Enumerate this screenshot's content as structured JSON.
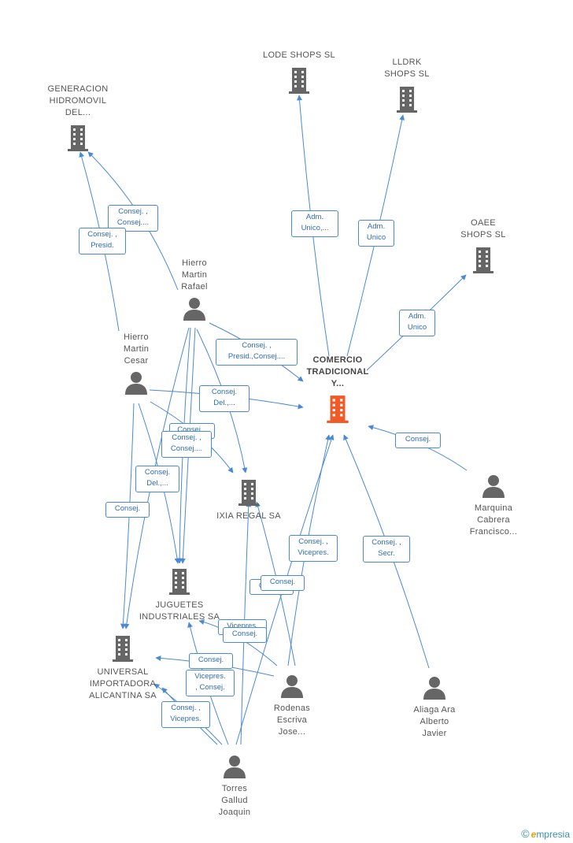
{
  "colors": {
    "edge": "#4a8ad4",
    "company_icon": "#666666",
    "company_main_icon": "#f05a28",
    "person_icon": "#666666",
    "label_text": "#2f6cb5"
  },
  "nodes": {
    "lode": {
      "label": "LODE SHOPS SL",
      "kind": "company"
    },
    "lldrk": {
      "label": "LLDRK\nSHOPS SL",
      "kind": "company"
    },
    "generacion": {
      "label": "GENERACION\nHIDROMOVIL\nDEL...",
      "kind": "company"
    },
    "oaee": {
      "label": "OAEE\nSHOPS SL",
      "kind": "company"
    },
    "comercio": {
      "label": "COMERCIO\nTRADICIONAL\nY...",
      "kind": "company-main"
    },
    "ixia": {
      "label": "IXIA REGAL SA",
      "kind": "company"
    },
    "juguetes": {
      "label": "JUGUETES\nINDUSTRIALES SA",
      "kind": "company"
    },
    "universal": {
      "label": "UNIVERSAL\nIMPORTADORA\nALICANTINA SA",
      "kind": "company"
    },
    "hierro_rafael": {
      "label": "Hierro\nMartin\nRafael",
      "kind": "person"
    },
    "hierro_cesar": {
      "label": "Hierro\nMartin\nCesar",
      "kind": "person"
    },
    "marquina": {
      "label": "Marquina\nCabrera\nFrancisco...",
      "kind": "person"
    },
    "rodenas": {
      "label": "Rodenas\nEscriva\nJose...",
      "kind": "person"
    },
    "aliaga": {
      "label": "Aliaga Ara\nAlberto\nJavier",
      "kind": "person"
    },
    "torres": {
      "label": "Torres\nGallud\nJoaquin",
      "kind": "person"
    }
  },
  "edge_labels": {
    "gen_consej_consej": "Consej. ,\nConsej....",
    "gen_consej_presid": "Consej. ,\nPresid.",
    "lode_adm_unico": "Adm.\nUnico,...",
    "lldrk_adm_unico": "Adm.\nUnico",
    "oaee_adm_unico": "Adm.\nUnico",
    "rafael_comercio": "Consej. ,\nPresid.,Consej....",
    "cesar_comercio": "Consej.\nDel.,...",
    "cesar_consej_a": "Consej. ,",
    "cesar_consej_b": "Consej. ,\nConsej....",
    "cesar_consej_del": "Consej.\nDel.,...",
    "cesar_universal": "Consej.",
    "marquina_comercio": "Consej.",
    "rodenas_comercio": "Consej. ,\nVicepres.",
    "aliaga_comercio": "Consej. ,\nSecr.",
    "ixia_consej_a": "Consej.",
    "ixia_consej_b": "Consej.",
    "juguetes_vicepres": "Vicepres.",
    "juguetes_consej": "Consej.",
    "universal_consej": "Consej.",
    "universal_vicepres": "Vicepres.\n, Consej.",
    "universal_consej_vicepres": "Consej. ,\nVicepres."
  },
  "brand": {
    "copyright": "©",
    "e": "e",
    "rest": "mpresia"
  }
}
